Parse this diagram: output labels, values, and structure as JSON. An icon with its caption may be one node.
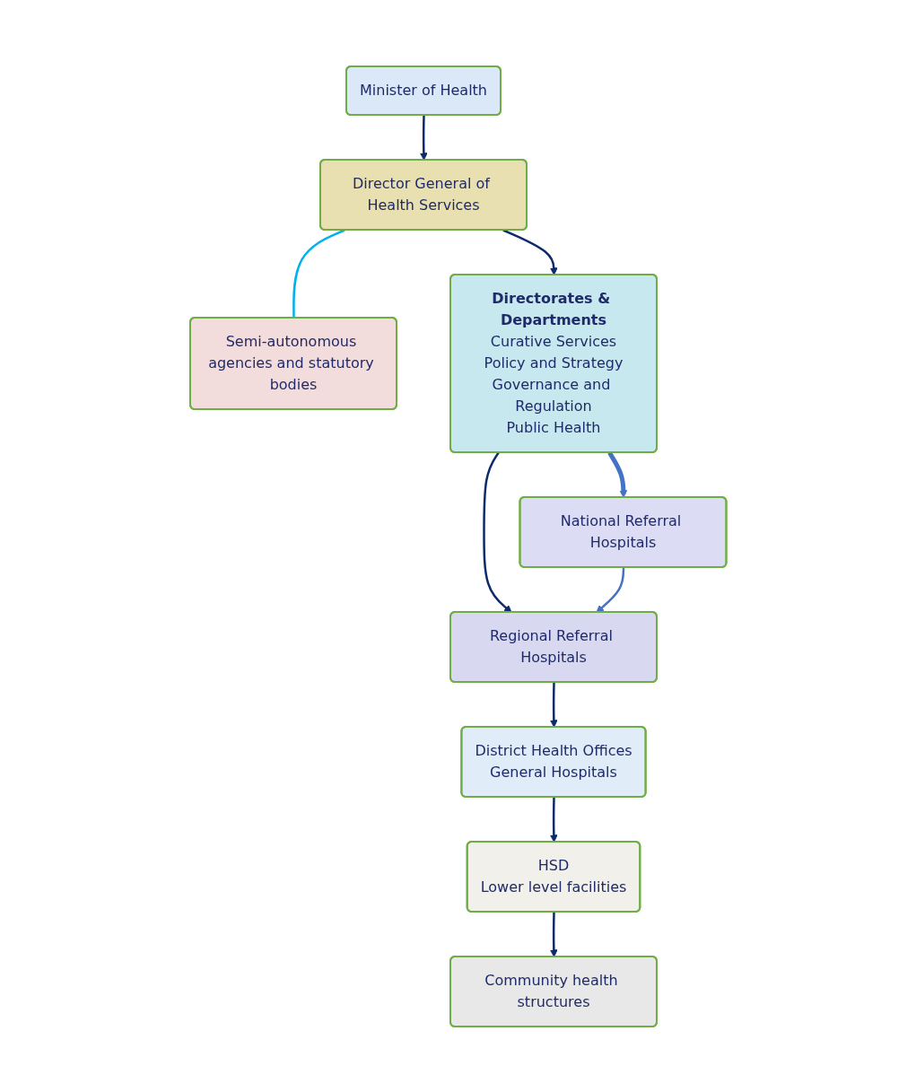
{
  "diagram": {
    "nodes": [
      {
        "text": [
          "Minister of Health"
        ]
      },
      {
        "text": [
          "Director General of Health Services"
        ]
      },
      {
        "text": [
          "Semi-autonomous agencies and statutory bodies"
        ]
      },
      {
        "text": [
          "Directorates & Departments",
          "Curative Services",
          "Policy and Strategy",
          "Governance and Regulation",
          "Public Health"
        ]
      },
      {
        "text": [
          "National Referral Hospitals"
        ]
      },
      {
        "text": [
          "Regional Referral Hospitals"
        ]
      },
      {
        "text": [
          "District Health Offices",
          "General Hospitals"
        ]
      },
      {
        "text": [
          "HSD",
          "Lower level facilities"
        ]
      },
      {
        "text": [
          "Community health structures"
        ]
      }
    ],
    "edges": [
      {
        "from": 0,
        "to": 1,
        "arrow": "to"
      },
      {
        "from": 1,
        "to": 3,
        "arrow": "to"
      },
      {
        "from": 1,
        "to": 2,
        "arrow": "none",
        "color": "#00b0f0"
      },
      {
        "from": 3,
        "to": 4,
        "arrow": "to",
        "style": "thick",
        "color": "#4472c4"
      },
      {
        "from": 3,
        "to": 5,
        "arrow": "to"
      },
      {
        "from": 4,
        "to": 5,
        "arrow": "to",
        "color": "#4472c4"
      },
      {
        "from": 5,
        "to": 6,
        "arrow": "to"
      },
      {
        "from": 6,
        "to": 7,
        "arrow": "to"
      },
      {
        "from": 7,
        "to": 8,
        "arrow": "to"
      }
    ]
  }
}
